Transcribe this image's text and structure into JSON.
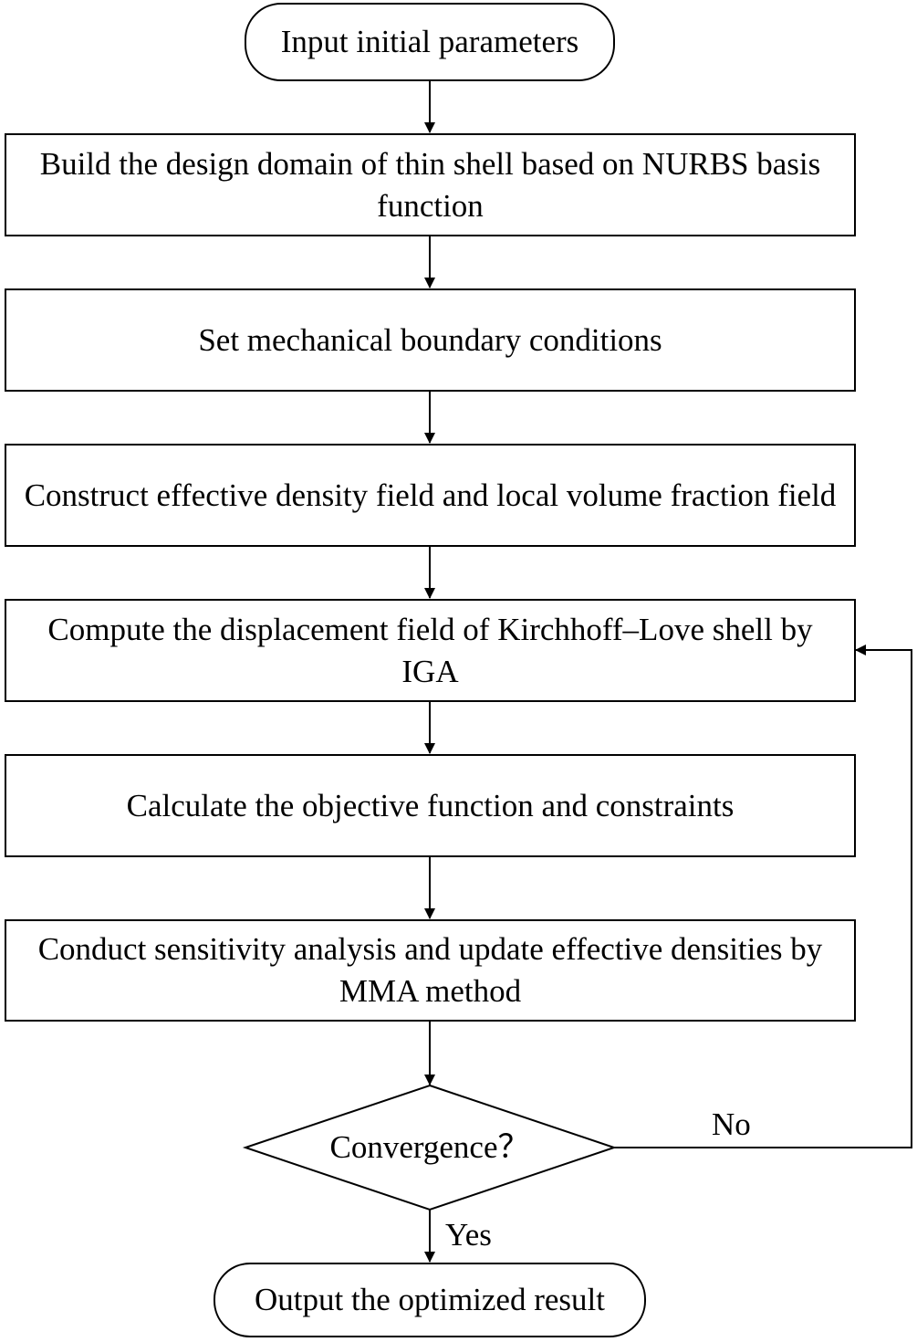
{
  "flowchart": {
    "start": "Input initial parameters",
    "steps": [
      "Build the design domain of thin shell based on NURBS basis function",
      "Set mechanical boundary conditions",
      "Construct effective density field and local volume fraction field",
      "Compute the displacement field of Kirchhoff–Love shell by IGA",
      "Calculate the objective function and constraints",
      "Conduct sensitivity analysis and update effective densities by MMA method"
    ],
    "decision": "Convergence？",
    "branch_no": "No",
    "branch_yes": "Yes",
    "end": "Output the optimized result"
  },
  "colors": {
    "line": "#000000",
    "fill": "#ffffff",
    "text": "#000000"
  }
}
